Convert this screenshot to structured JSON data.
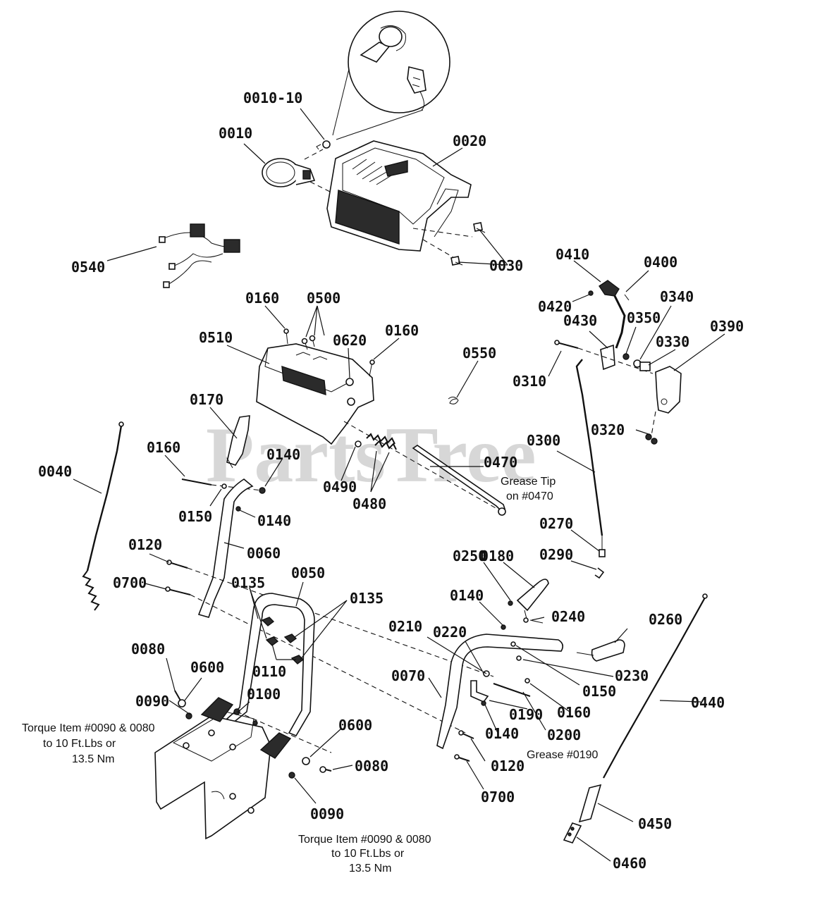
{
  "watermark": "PartsTree",
  "labels": {
    "l0010_10": "0010-10",
    "l0010": "0010",
    "l0020": "0020",
    "l0030": "0030",
    "l0540": "0540",
    "l0410": "0410",
    "l0400": "0400",
    "l0420": "0420",
    "l0340": "0340",
    "l0430": "0430",
    "l0350": "0350",
    "l0390": "0390",
    "l0330": "0330",
    "l0310": "0310",
    "l0160_a": "0160",
    "l0500": "0500",
    "l0510": "0510",
    "l0620": "0620",
    "l0160_b": "0160",
    "l0550": "0550",
    "l0170": "0170",
    "l0320": "0320",
    "l0300": "0300",
    "l0160_c": "0160",
    "l0140_a": "0140",
    "l0040": "0040",
    "l0470": "0470",
    "l0490": "0490",
    "l0150_a": "0150",
    "l0480": "0480",
    "l0140_b": "0140",
    "l0270": "0270",
    "l0060": "0060",
    "l0120_a": "0120",
    "l0290": "0290",
    "l0250": "0250",
    "l0180": "0180",
    "l0700_a": "0700",
    "l0050": "0050",
    "l0135_a": "0135",
    "l0135_b": "0135",
    "l0140_c": "0140",
    "l0240": "0240",
    "l0260": "0260",
    "l0210": "0210",
    "l0220": "0220",
    "l0080_a": "0080",
    "l0110": "0110",
    "l0070": "0070",
    "l0230": "0230",
    "l0600_a": "0600",
    "l0150_b": "0150",
    "l0440": "0440",
    "l0090_a": "0090",
    "l0100": "0100",
    "l0160_d": "0160",
    "l0190": "0190",
    "l0600_b": "0600",
    "l0200": "0200",
    "l0140_d": "0140",
    "l0080_b": "0080",
    "l0120_b": "0120",
    "l0700_b": "0700",
    "l0090_b": "0090",
    "l0450": "0450",
    "l0460": "0460"
  },
  "notes": {
    "grease_tip_line1": "Grease Tip",
    "grease_tip_line2": "on #0470",
    "grease_0190": "Grease #0190",
    "torque_left_line1": "Torque Item #0090 & 0080",
    "torque_left_line2": "to 10 Ft.Lbs or",
    "torque_left_line3": "13.5 Nm",
    "torque_bottom_line1": "Torque Item #0090 & 0080",
    "torque_bottom_line2": "to 10 Ft.Lbs or",
    "torque_bottom_line3": "13.5 Nm"
  }
}
